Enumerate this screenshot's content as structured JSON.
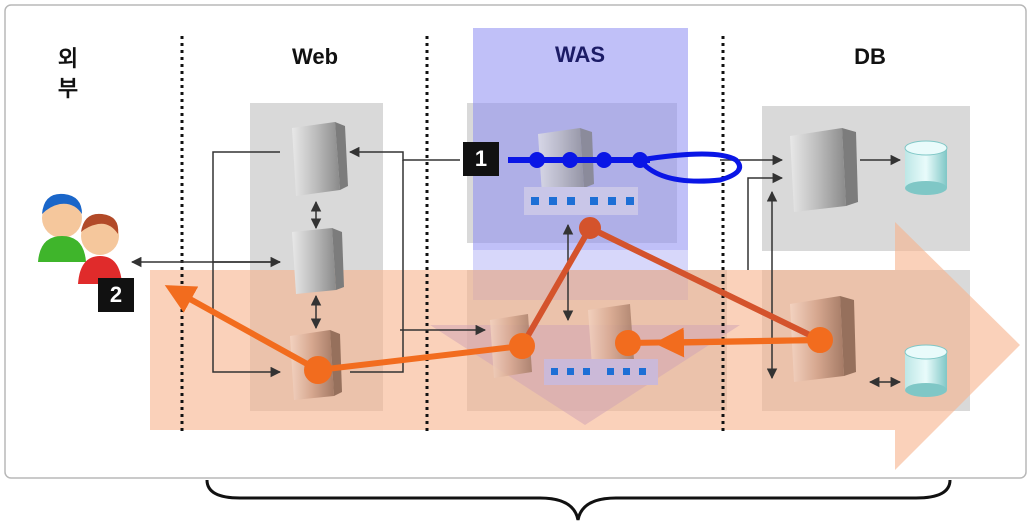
{
  "columns": {
    "external": "외\n부",
    "web": "Web",
    "was": "WAS",
    "db": "DB"
  },
  "badges": {
    "one": "1",
    "two": "2"
  },
  "colors": {
    "frame": "#b8b8b8",
    "gray_panel": "#d9d9d9",
    "was_overlay": "#8c8cf2",
    "orange_band": "#f6b38c",
    "blue_path": "#0a16e6",
    "orange_path": "#f26c1e",
    "red_path": "#d4532c",
    "arrow": "#333333"
  }
}
